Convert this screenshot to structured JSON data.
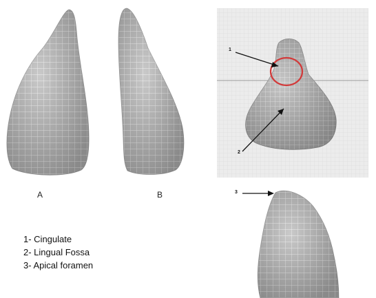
{
  "panels": {
    "a": "A",
    "b": "B"
  },
  "callouts": {
    "c1": "1",
    "c2": "2",
    "c3": "3"
  },
  "legend": {
    "items": [
      "1- Cingulate",
      "2- Lingual Fossa",
      "3- Apical foramen"
    ]
  },
  "colors": {
    "mesh_fill": "#b9b9b9",
    "mesh_line": "#f4f4f4",
    "highlight": "#d23a3a",
    "grid_bg": "#ececec"
  }
}
